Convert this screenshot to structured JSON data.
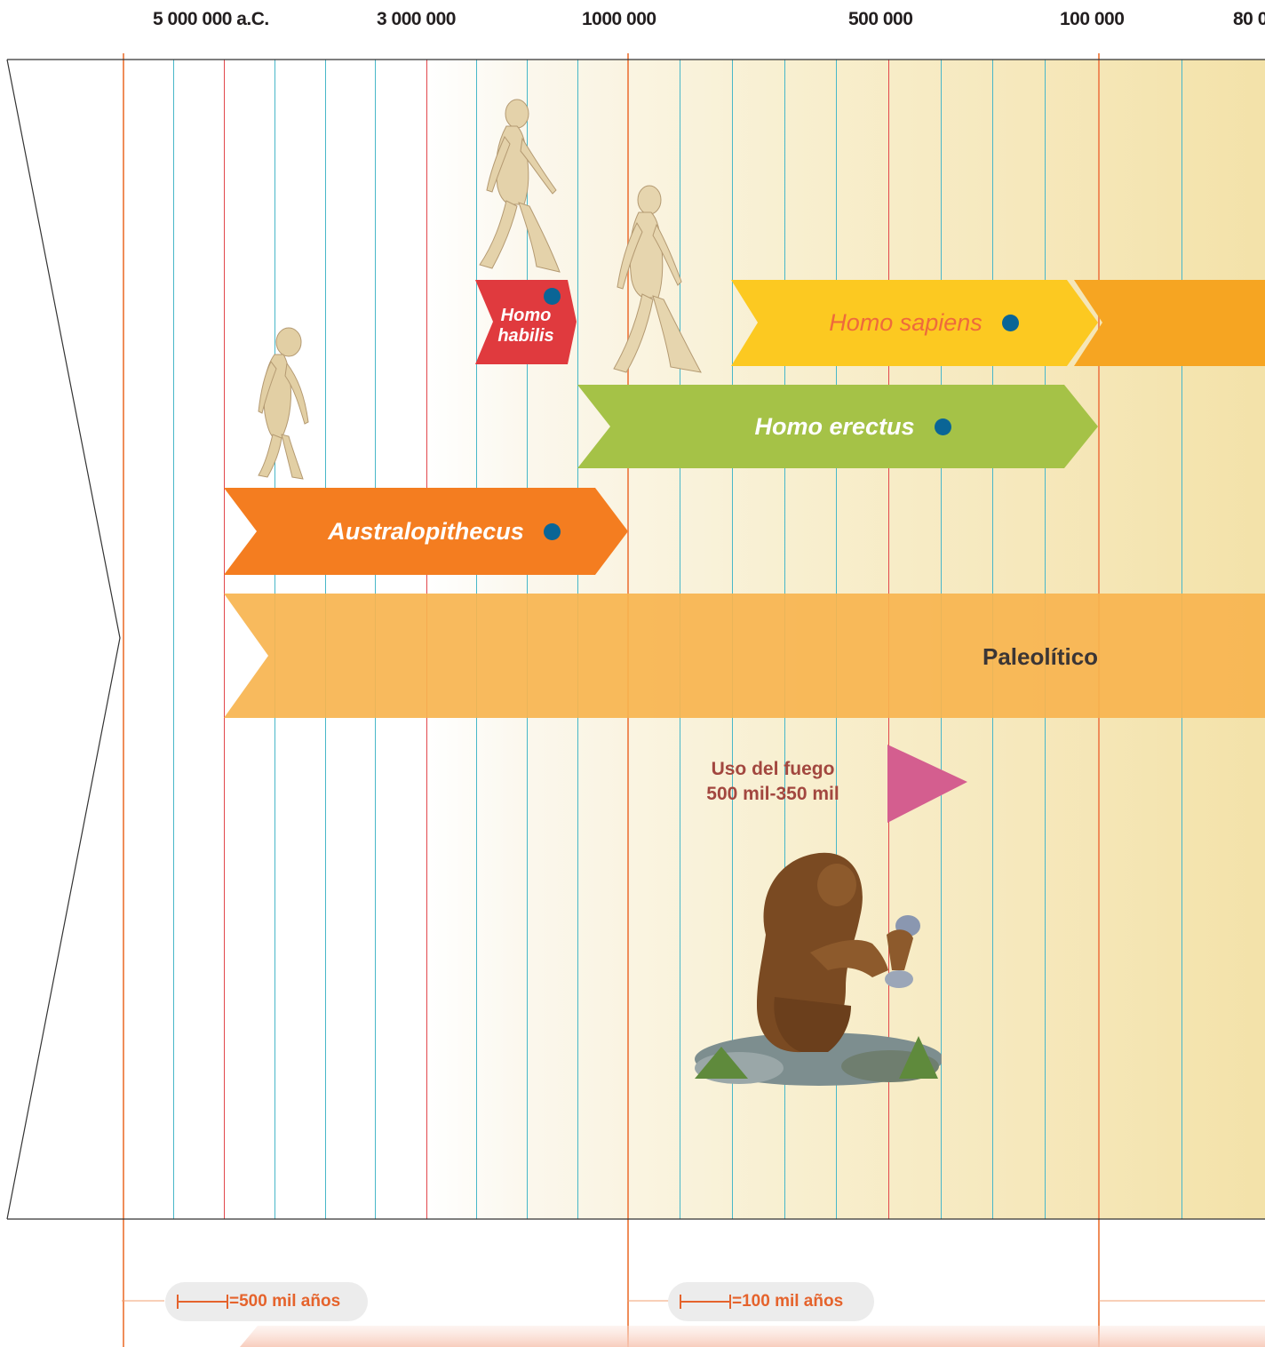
{
  "axis": {
    "ticks": [
      "5 000 000 a.C.",
      "3 000 000",
      "1000 000",
      "500 000",
      "100 000",
      "80 0"
    ]
  },
  "bands": {
    "homo_sapiens": "Homo sapiens",
    "homo_habilis_line1": "Homo",
    "homo_habilis_line2": "habilis",
    "homo_erectus": "Homo erectus",
    "australopithecus": "Australopithecus",
    "paleolitico": "Paleolítico"
  },
  "event": {
    "line1": "Uso del fuego",
    "line2": "500 mil-350 mil"
  },
  "scales": {
    "scale1": "=500 mil años",
    "scale2": "=100 mil años"
  },
  "colors": {
    "homo_sapiens": "#fcc921",
    "homo_sapiens_later": "#f6a522",
    "homo_habilis": "#e03a3e",
    "homo_erectus": "#a5c247",
    "australopithecus": "#f47d20",
    "paleolitico": "#f7b44f",
    "fire_arrow": "#d45e8f",
    "dot": "#0a6596"
  }
}
